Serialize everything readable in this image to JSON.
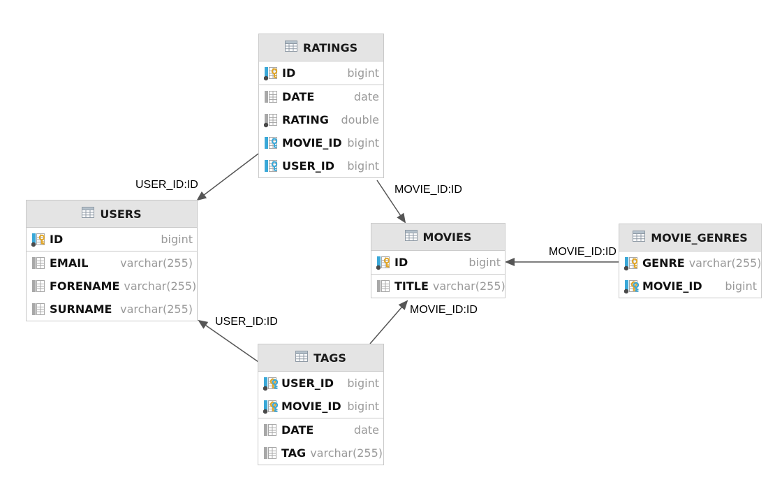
{
  "tables": {
    "ratings": {
      "name": "RATINGS",
      "columns": [
        {
          "name": "ID",
          "type": "bigint",
          "icon": "primary-key-icon"
        },
        {
          "name": "DATE",
          "type": "date",
          "icon": "column-icon"
        },
        {
          "name": "RATING",
          "type": "double",
          "icon": "not-null-column-icon"
        },
        {
          "name": "MOVIE_ID",
          "type": "bigint",
          "icon": "foreign-key-icon"
        },
        {
          "name": "USER_ID",
          "type": "bigint",
          "icon": "foreign-key-icon"
        }
      ]
    },
    "users": {
      "name": "USERS",
      "columns": [
        {
          "name": "ID",
          "type": "bigint",
          "icon": "primary-key-icon"
        },
        {
          "name": "EMAIL",
          "type": "varchar(255)",
          "icon": "column-icon"
        },
        {
          "name": "FORENAME",
          "type": "varchar(255)",
          "icon": "column-icon"
        },
        {
          "name": "SURNAME",
          "type": "varchar(255)",
          "icon": "column-icon"
        }
      ]
    },
    "movies": {
      "name": "MOVIES",
      "columns": [
        {
          "name": "ID",
          "type": "bigint",
          "icon": "primary-key-icon"
        },
        {
          "name": "TITLE",
          "type": "varchar(255)",
          "icon": "column-icon"
        }
      ]
    },
    "movie_genres": {
      "name": "MOVIE_GENRES",
      "columns": [
        {
          "name": "GENRE",
          "type": "varchar(255)",
          "icon": "primary-key-icon"
        },
        {
          "name": "MOVIE_ID",
          "type": "bigint",
          "icon": "primary-foreign-key-icon"
        }
      ]
    },
    "tags": {
      "name": "TAGS",
      "columns": [
        {
          "name": "USER_ID",
          "type": "bigint",
          "icon": "primary-foreign-key-icon"
        },
        {
          "name": "MOVIE_ID",
          "type": "bigint",
          "icon": "primary-foreign-key-icon"
        },
        {
          "name": "DATE",
          "type": "date",
          "icon": "column-icon"
        },
        {
          "name": "TAG",
          "type": "varchar(255)",
          "icon": "column-icon"
        }
      ]
    }
  },
  "relations": {
    "ratings_users": "USER_ID:ID",
    "ratings_movies": "MOVIE_ID:ID",
    "genres_movies": "MOVIE_ID:ID",
    "tags_movies": "MOVIE_ID:ID",
    "tags_users": "USER_ID:ID"
  },
  "colors": {
    "border": "#c9c9c9",
    "header": "#e4e4e4",
    "key_gold": "#e0a526",
    "key_blue": "#3aa8d8",
    "arrow": "#555555"
  }
}
